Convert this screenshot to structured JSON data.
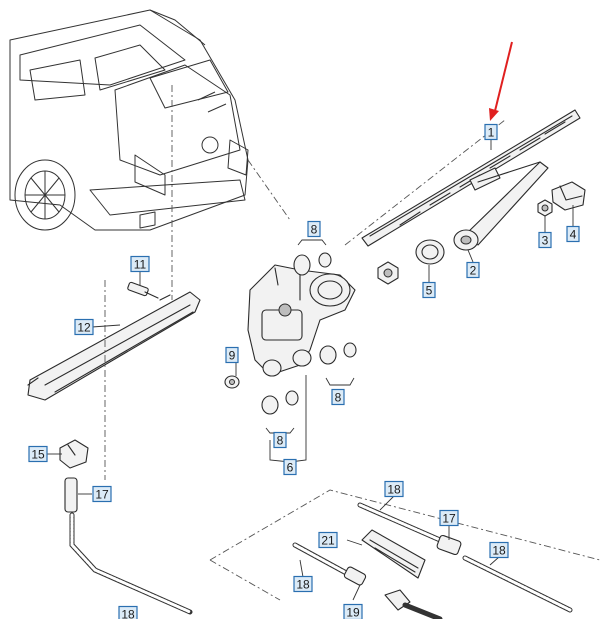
{
  "callouts": [
    {
      "id": "c1",
      "label": "1",
      "highlight": true
    },
    {
      "id": "c2",
      "label": "2"
    },
    {
      "id": "c3",
      "label": "3"
    },
    {
      "id": "c4",
      "label": "4"
    },
    {
      "id": "c5",
      "label": "5"
    },
    {
      "id": "c6",
      "label": "6"
    },
    {
      "id": "c8a",
      "label": "8"
    },
    {
      "id": "c8b",
      "label": "8"
    },
    {
      "id": "c8c",
      "label": "8"
    },
    {
      "id": "c9",
      "label": "9"
    },
    {
      "id": "c11",
      "label": "11"
    },
    {
      "id": "c12",
      "label": "12"
    },
    {
      "id": "c15",
      "label": "15"
    },
    {
      "id": "c17a",
      "label": "17"
    },
    {
      "id": "c17b",
      "label": "17"
    },
    {
      "id": "c18a",
      "label": "18"
    },
    {
      "id": "c18b",
      "label": "18"
    },
    {
      "id": "c18c",
      "label": "18"
    },
    {
      "id": "c18d",
      "label": "18"
    },
    {
      "id": "c19",
      "label": "19"
    },
    {
      "id": "c21",
      "label": "21"
    }
  ],
  "colors": {
    "callout_fill": "#dcebf7",
    "callout_stroke": "#2a6fb0",
    "highlight_stroke": "#d40000",
    "arrow": "#e02020"
  }
}
